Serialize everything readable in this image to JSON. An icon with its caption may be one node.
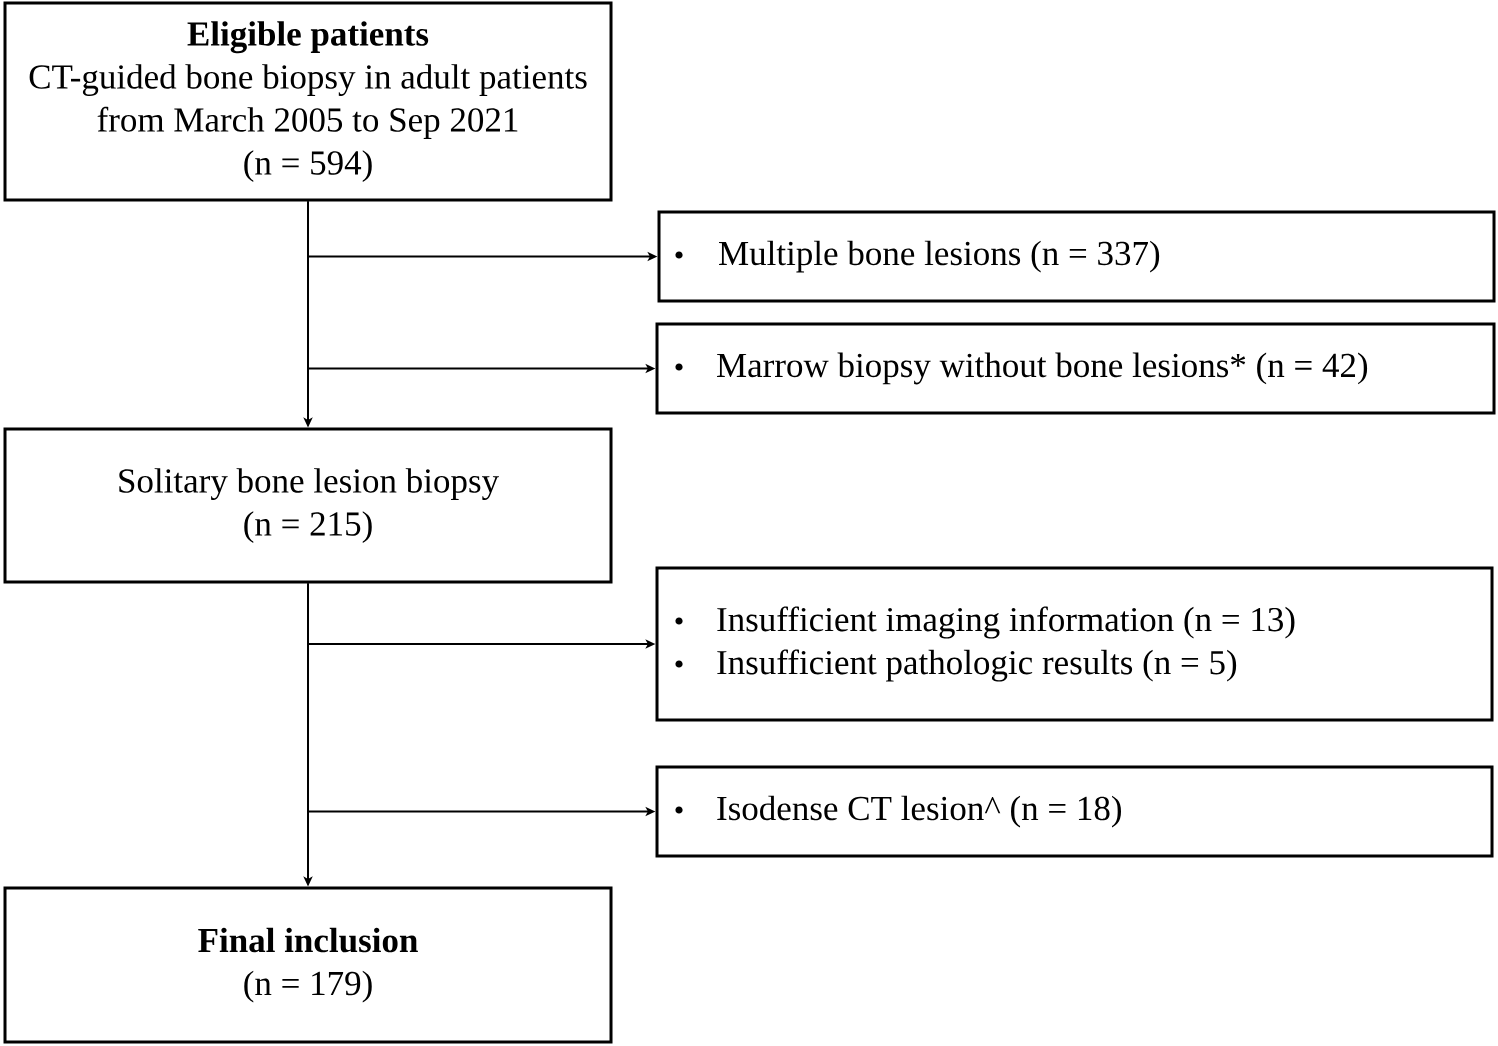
{
  "diagram": {
    "nodes": [
      {
        "text": [
          "Eligible patients",
          "CT-guided bone biopsy in adult patients from March 2005 to Sep 2021",
          "(n = 594)"
        ]
      },
      {
        "text": [
          "Multiple bone lesions (n = 337)"
        ]
      },
      {
        "text": [
          "Marrow biopsy without bone lesions* (n = 42)"
        ]
      },
      {
        "text": [
          "Solitary bone lesion biopsy",
          "(n = 215)"
        ]
      },
      {
        "text": [
          "Insufficient imaging information (n = 13)",
          "Insufficient pathologic results (n = 5)"
        ]
      },
      {
        "text": [
          "Isodense CT lesion^ (n = 18)"
        ]
      },
      {
        "text": [
          "Final inclusion",
          "(n = 179)"
        ]
      }
    ],
    "edges": [
      {
        "from": 0,
        "to": 1,
        "arrow": "to"
      },
      {
        "from": 0,
        "to": 2,
        "arrow": "to"
      },
      {
        "from": 0,
        "to": 3,
        "arrow": "to"
      },
      {
        "from": 3,
        "to": 4,
        "arrow": "to"
      },
      {
        "from": 3,
        "to": 5,
        "arrow": "to"
      },
      {
        "from": 3,
        "to": 6,
        "arrow": "to"
      }
    ]
  }
}
